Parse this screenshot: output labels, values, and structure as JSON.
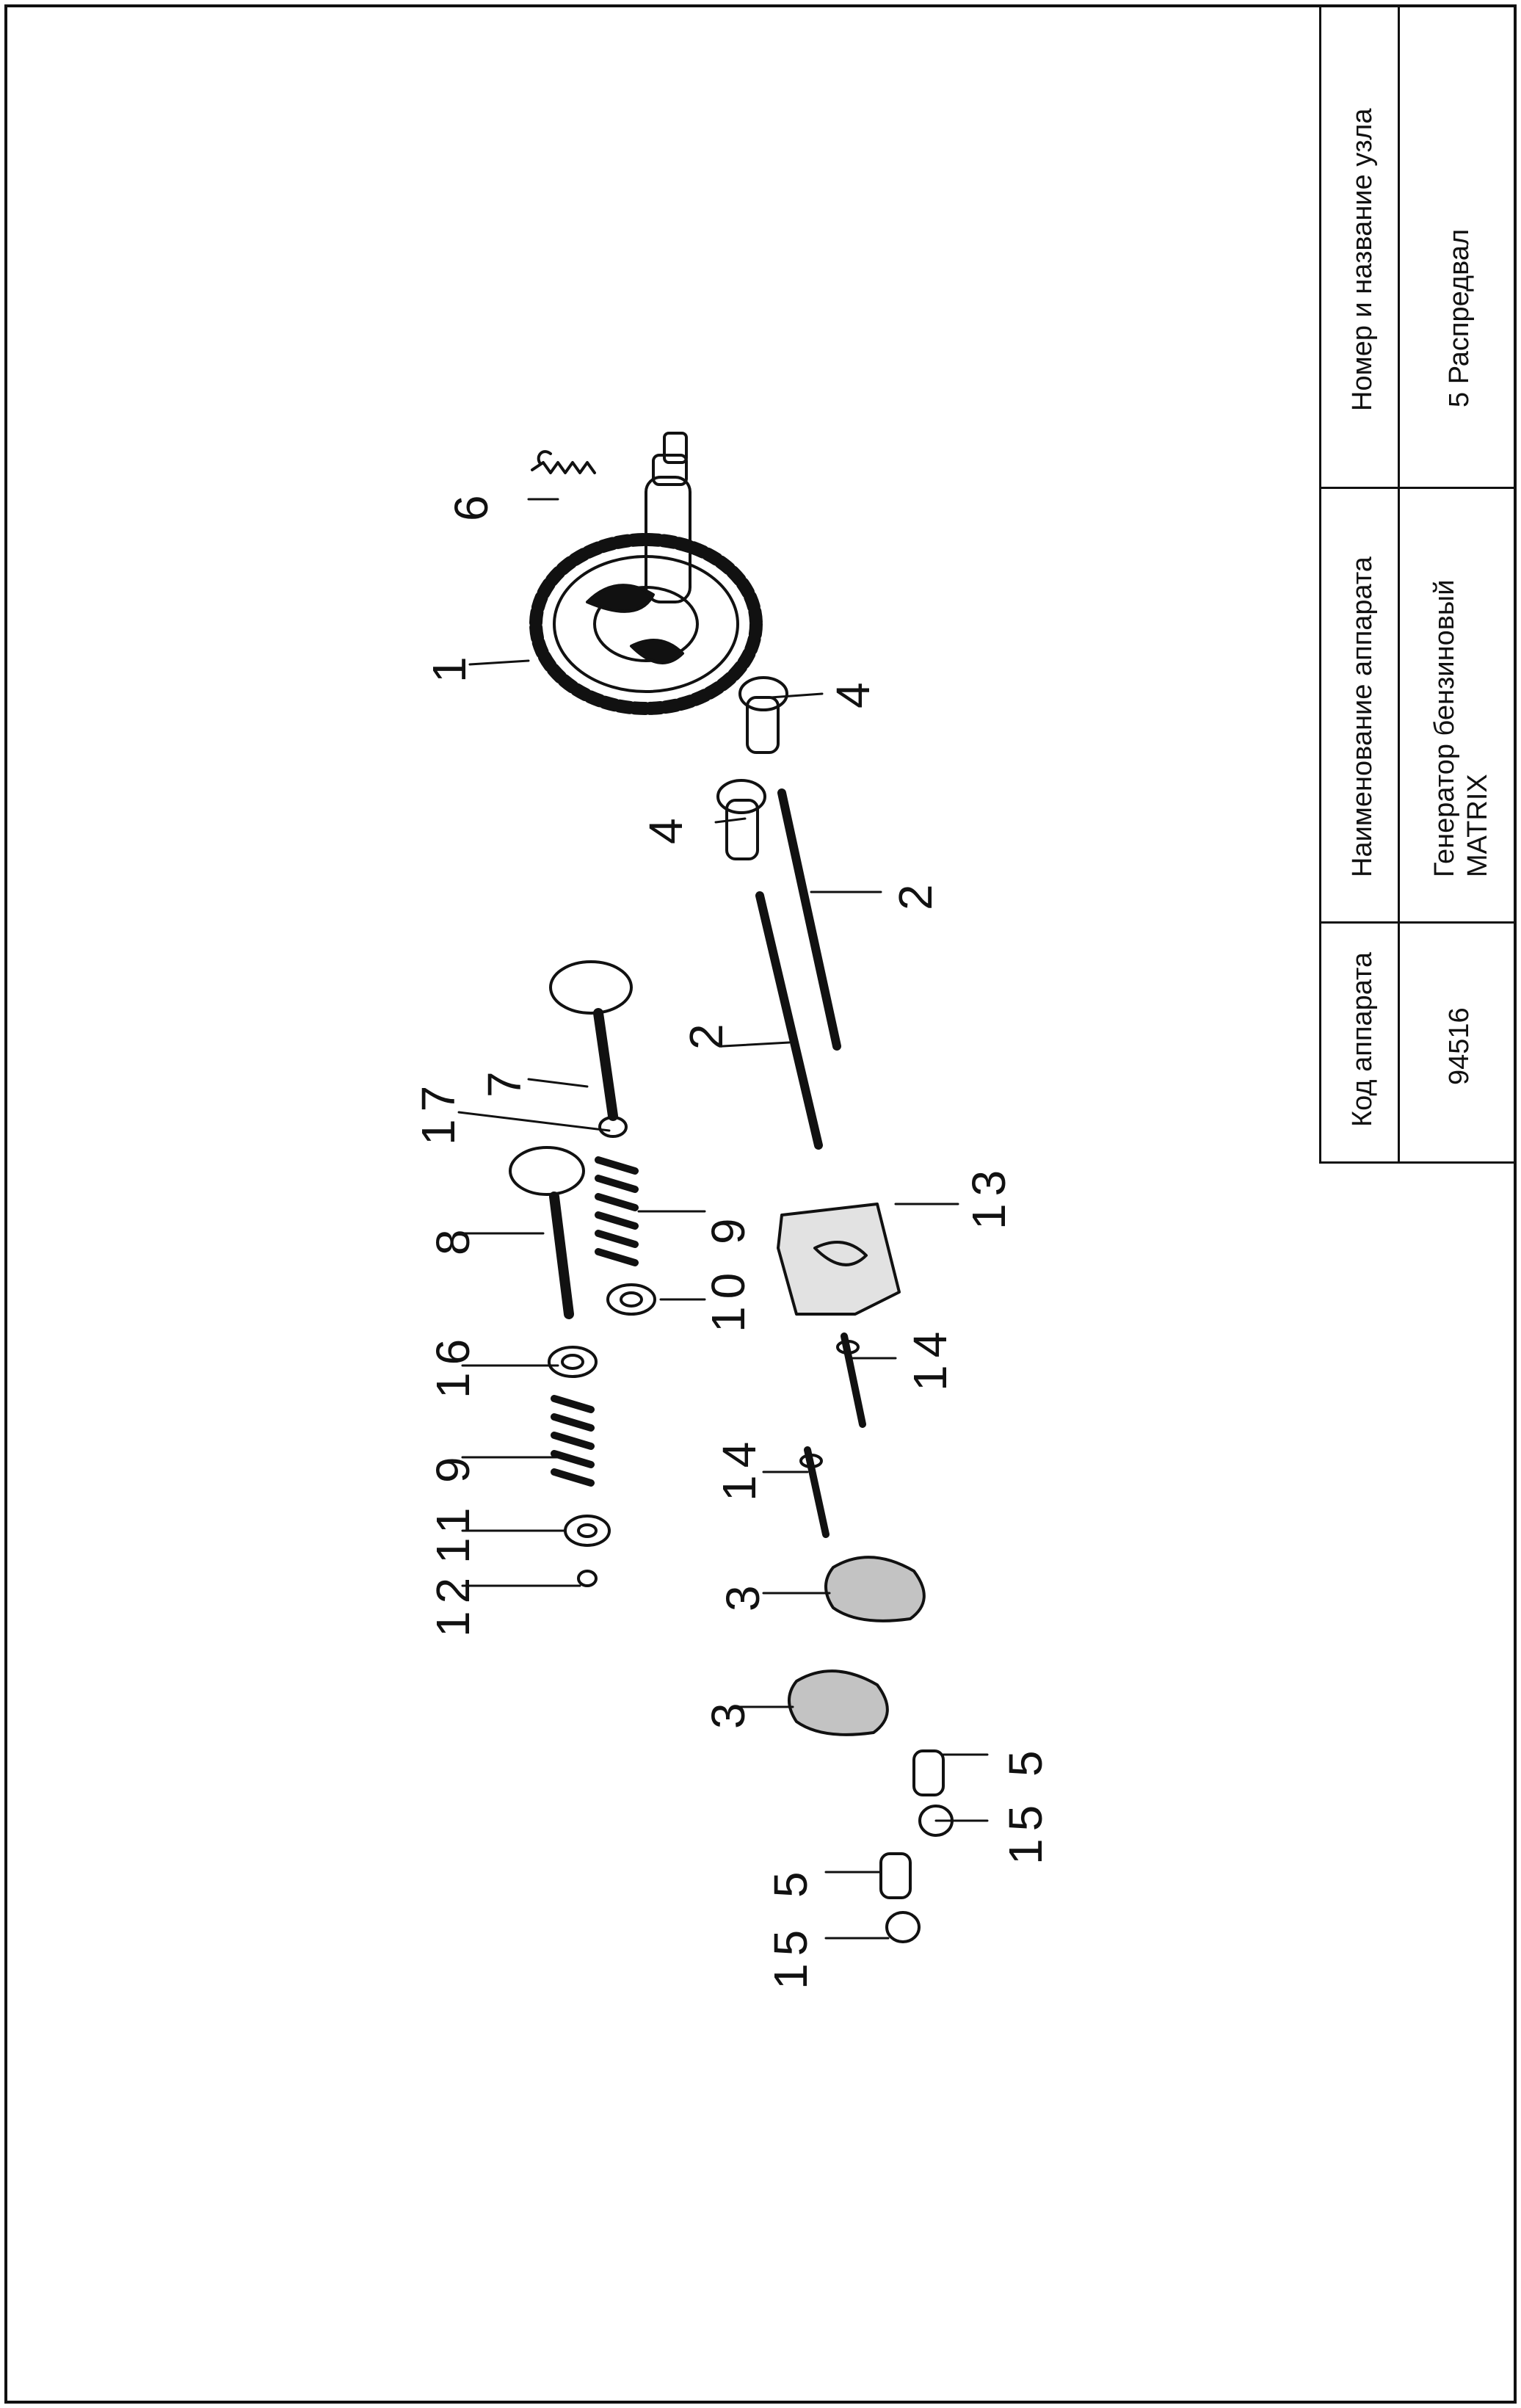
{
  "title_block": {
    "col1_header": "Код аппарата",
    "col1_value": "94516",
    "col2_header": "Наименование аппарата",
    "col2_value_line1": "Генератор бензиновый",
    "col2_value_line2": "MATRIX",
    "col3_header": "Номер и название узла",
    "col3_value": "5 Распредвал"
  },
  "callouts": {
    "c1": "1",
    "c2a": "2",
    "c2b": "2",
    "c3a": "3",
    "c3b": "3",
    "c4a": "4",
    "c4b": "4",
    "c5a": "5",
    "c5b": "5",
    "c6": "6",
    "c7": "7",
    "c8": "8",
    "c9a": "9",
    "c9b": "9",
    "c10": "10",
    "c11": "11",
    "c12": "12",
    "c13": "13",
    "c14a": "14",
    "c14b": "14",
    "c15a": "15",
    "c15b": "15",
    "c16": "16",
    "c17": "17"
  },
  "colors": {
    "ink": "#111111",
    "paper": "#ffffff"
  }
}
